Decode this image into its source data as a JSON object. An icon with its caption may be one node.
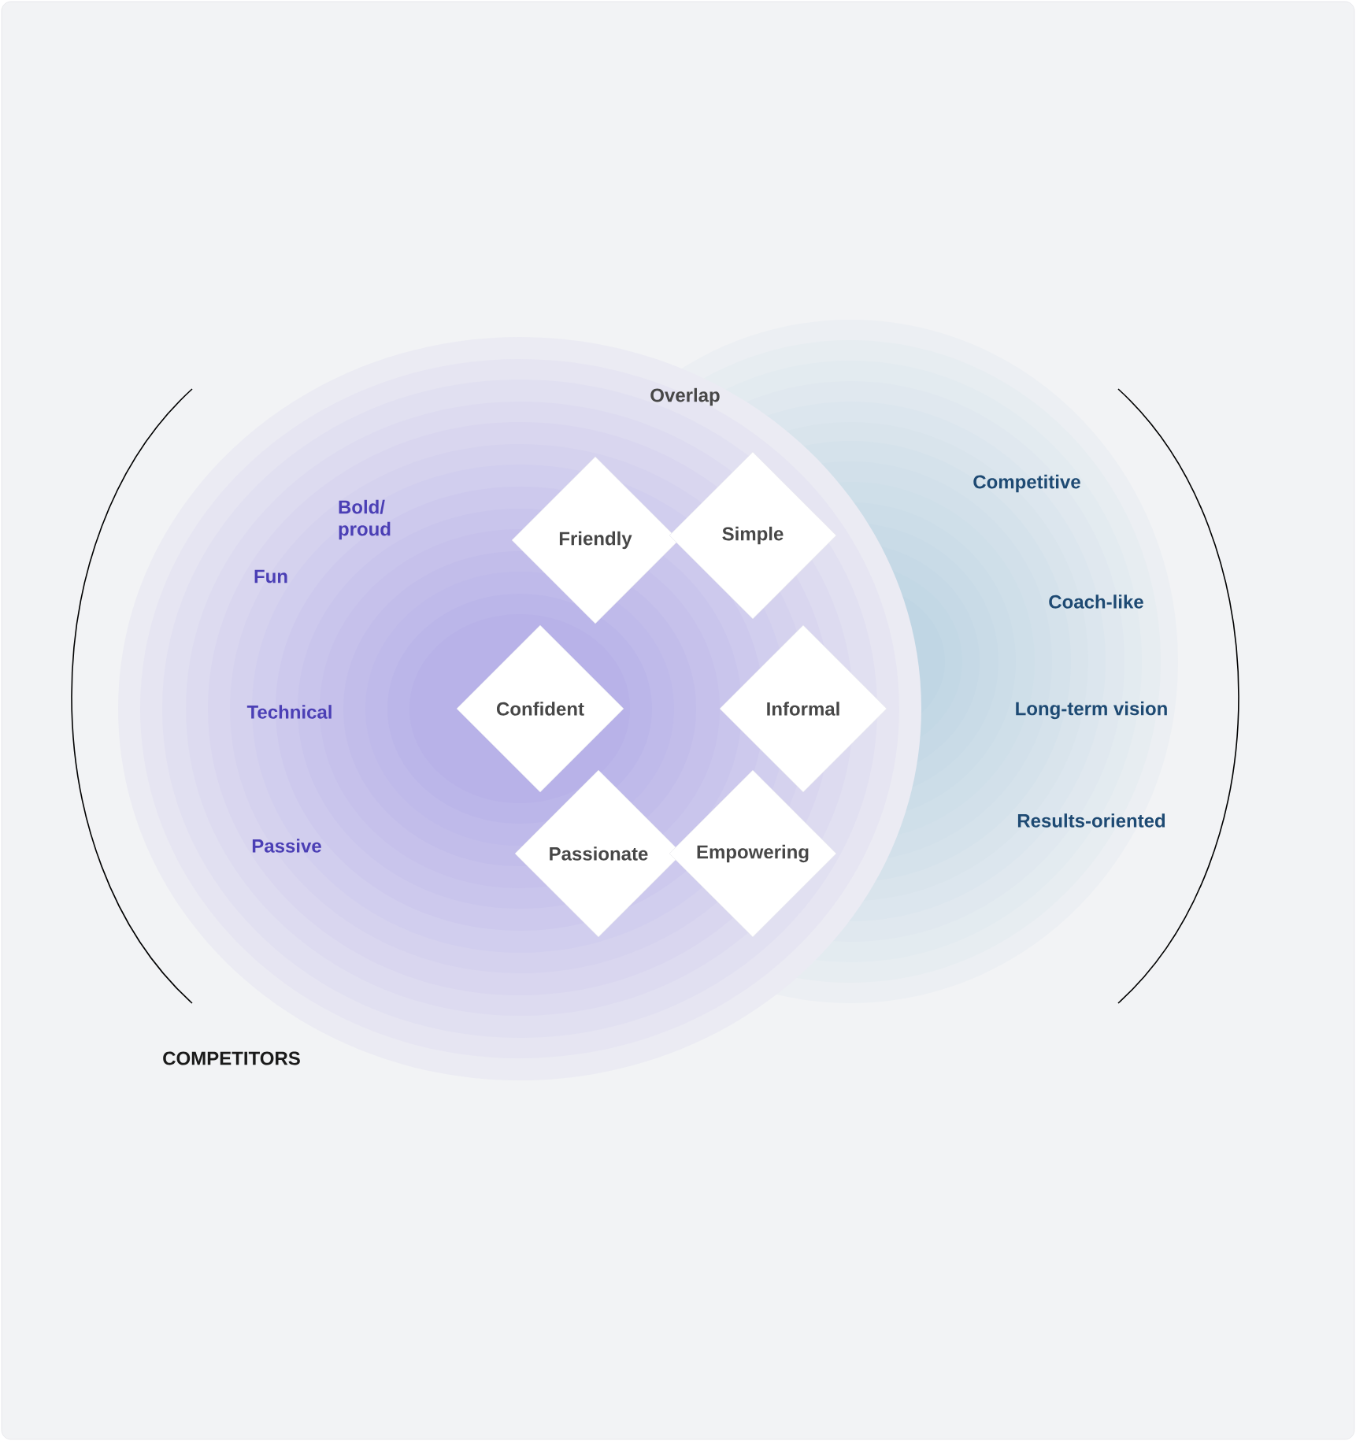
{
  "diagram": {
    "nodes": [
      {
        "text": [
          "Friendly"
        ]
      },
      {
        "text": [
          "Simple"
        ]
      },
      {
        "text": [
          "Confident"
        ]
      },
      {
        "text": [
          "Informal"
        ]
      },
      {
        "text": [
          "Passionate"
        ]
      },
      {
        "text": [
          "Empowering"
        ]
      }
    ],
    "edges": [],
    "labels": [
      "Overlap",
      "Bold/ proud",
      "Fun",
      "Technical",
      "Passive",
      "Competitive",
      "Coach-like",
      "Long-term vision",
      "Results-oriented",
      "COMPETITORS"
    ]
  }
}
